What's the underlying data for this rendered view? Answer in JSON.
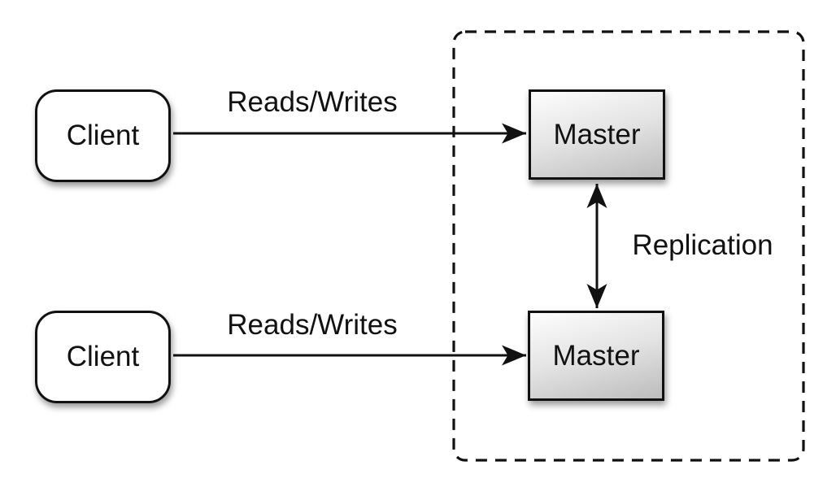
{
  "diagram": {
    "type": "architecture-diagram",
    "topic": "master-master-replication",
    "nodes": [
      {
        "id": "client-top",
        "label": "Client",
        "shape": "rounded-rect"
      },
      {
        "id": "client-bottom",
        "label": "Client",
        "shape": "rounded-rect"
      },
      {
        "id": "master-top",
        "label": "Master",
        "shape": "rect-gradient"
      },
      {
        "id": "master-bottom",
        "label": "Master",
        "shape": "rect-gradient"
      }
    ],
    "edges": [
      {
        "from": "client-top",
        "to": "master-top",
        "label": "Reads/Writes",
        "direction": "one-way"
      },
      {
        "from": "client-bottom",
        "to": "master-bottom",
        "label": "Reads/Writes",
        "direction": "one-way"
      },
      {
        "from": "master-top",
        "to": "master-bottom",
        "label": "Replication",
        "direction": "two-way"
      }
    ],
    "boundary": {
      "style": "dashed-rounded-rect",
      "contains": [
        "master-top",
        "master-bottom"
      ]
    },
    "colors": {
      "background": "#ffffff",
      "stroke": "#111111",
      "node_fill": "#ffffff",
      "master_top": "#fdfdfd",
      "master_mid": "#e4e4e4",
      "master_bottom": "#bcbcbc"
    }
  }
}
